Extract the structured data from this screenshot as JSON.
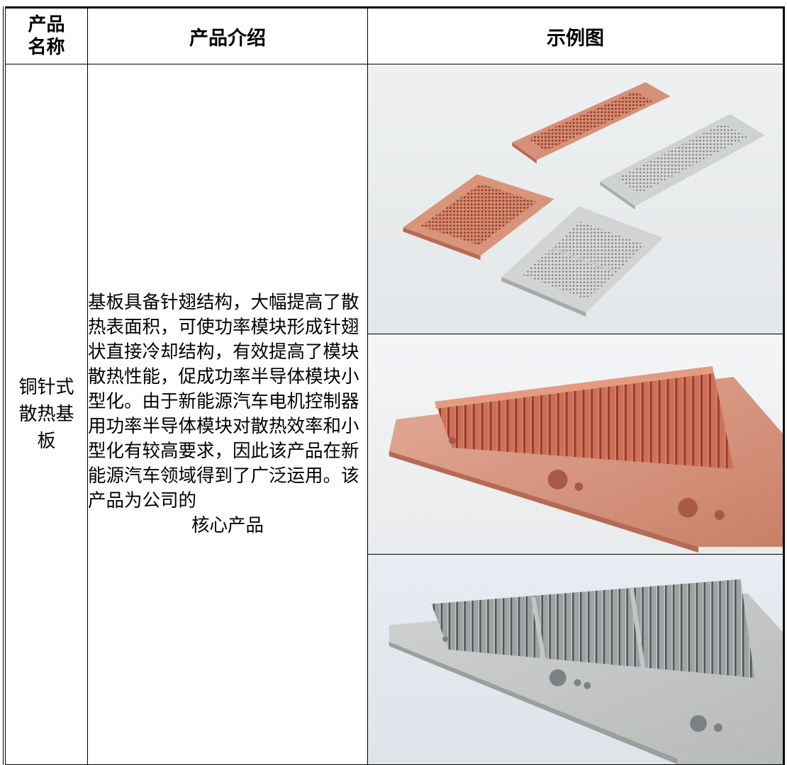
{
  "table": {
    "headers": {
      "name": [
        "产品",
        "名称"
      ],
      "intro": "产品介绍",
      "example": "示例图"
    },
    "rows": [
      {
        "name": [
          "铜针式",
          "散热基",
          "板"
        ],
        "intro": "基板具备针翅结构，大幅提高了散热表面积，可使功率模块形成针翅状直接冷却结构，有效提高了模块散热性能，促成功率半导体模块小型化。由于新能源汽车电机控制器用功率半导体模块对散热效率和小型化有较高要求，因此该产品在新能源汽车领域得到了广泛运用。该产品为公司的",
        "intro_tail": "核心产品",
        "images": [
          {
            "subject": "four-pin-fin-baseplates-photo"
          },
          {
            "subject": "copper-pin-fin-baseplate-closeup-photo"
          },
          {
            "subject": "nickel-pin-fin-baseplate-closeup-photo"
          }
        ]
      }
    ]
  },
  "colors": {
    "border": "#000000",
    "copper": "#c8735a",
    "copper_pin": "#a8412f",
    "nickel": "#c4c7c9",
    "nickel_pin": "#6f7478",
    "photo_bg": "#eceef0"
  }
}
